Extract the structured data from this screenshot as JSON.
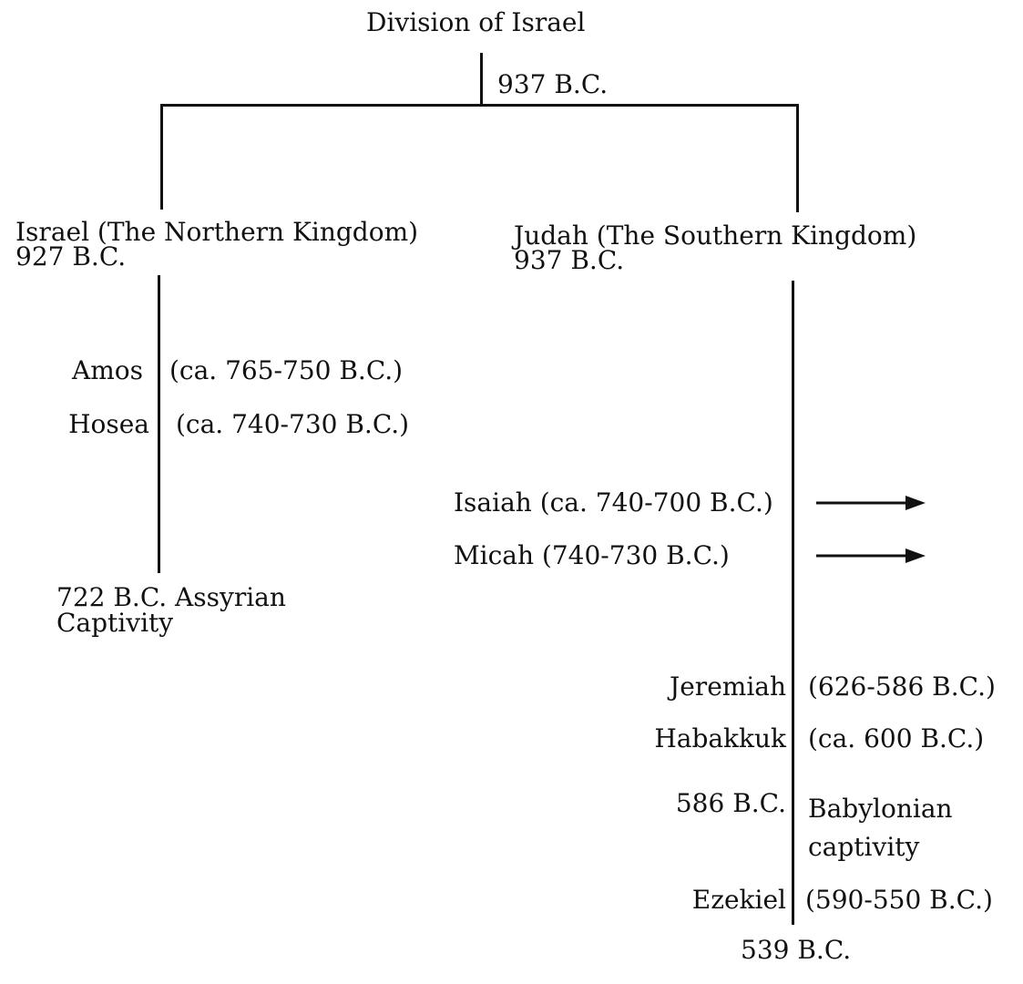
{
  "title": "Division of Israel",
  "division_date": "937 B.C.",
  "israel": {
    "heading": "Israel (The Northern Kingdom)",
    "date": "927 B.C.",
    "prophets": [
      {
        "name": "Amos",
        "dates": "(ca. 765-750 B.C.)"
      },
      {
        "name": "Hosea",
        "dates": "(ca. 740-730 B.C.)"
      }
    ],
    "end": "722 B.C. Assyrian\nCaptivity"
  },
  "judah": {
    "heading": "Judah (The Southern Kingdom)",
    "date": "937 B.C.",
    "crossing_prophets": [
      {
        "text": "Isaiah (ca. 740-700 B.C.)"
      },
      {
        "text": "Micah (740-730 B.C.)"
      }
    ],
    "prophets": [
      {
        "name": "Jeremiah",
        "dates": "(626-586 B.C.)"
      },
      {
        "name": "Habakkuk",
        "dates": "(ca. 600 B.C.)"
      }
    ],
    "captivity": {
      "date": "586 B.C.",
      "event": "Babylonian\ncaptivity"
    },
    "late_prophet": {
      "name": "Ezekiel",
      "dates": "(590-550 B.C.)"
    },
    "end": "539 B.C."
  },
  "colors": {
    "ink": "#111111",
    "paper": "#ffffff"
  }
}
